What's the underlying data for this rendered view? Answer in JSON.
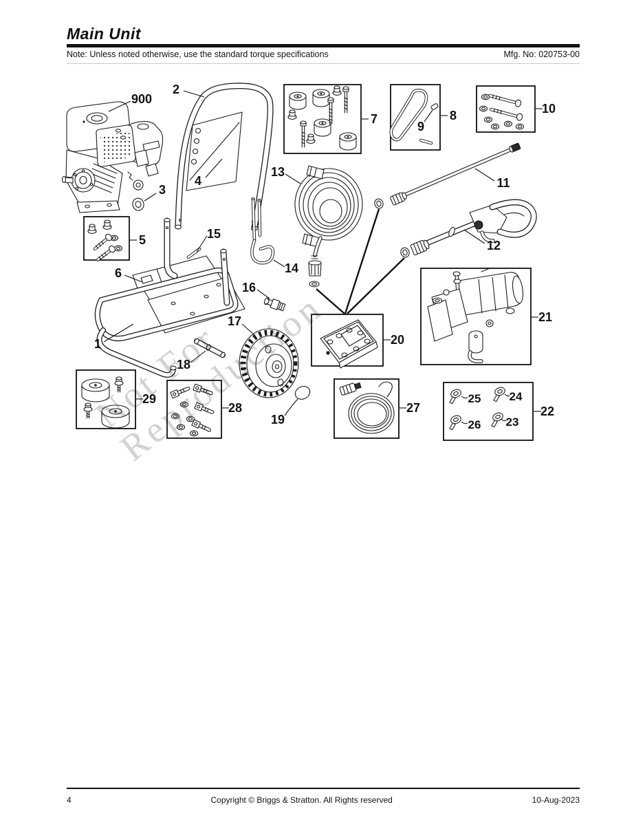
{
  "page": {
    "header": {
      "title": "Main Unit",
      "note": "Note: Unless noted otherwise, use the standard torque specifications",
      "mfg_no": "Mfg. No: 020753-00"
    },
    "watermark": {
      "line1": "Not For",
      "line2": "Reproduction"
    },
    "footer": {
      "copyright": "Copyright ©  Briggs & Stratton. All Rights reserved",
      "page_number": "4",
      "date": "10-Aug-2023"
    }
  },
  "diagram": {
    "callouts": {
      "engine": "900",
      "frame": "1",
      "handle": "2",
      "washer3": "3",
      "panel4": "4",
      "kit5": "5",
      "plate6": "6",
      "kit7": "7",
      "hook8": "8",
      "cap9": "9",
      "kit10": "10",
      "wand11": "11",
      "gun12": "12",
      "hose13": "13",
      "hook14": "14",
      "pin15": "15",
      "fitting16": "16",
      "wheel17": "17",
      "axle18": "18",
      "hubcap19": "19",
      "kit20": "20",
      "pump21": "21",
      "kit22": "22",
      "nozzle23": "23",
      "nozzle24": "24",
      "nozzle25": "25",
      "nozzle26": "26",
      "siphon27": "27",
      "kit28": "28",
      "kit29": "29"
    }
  }
}
